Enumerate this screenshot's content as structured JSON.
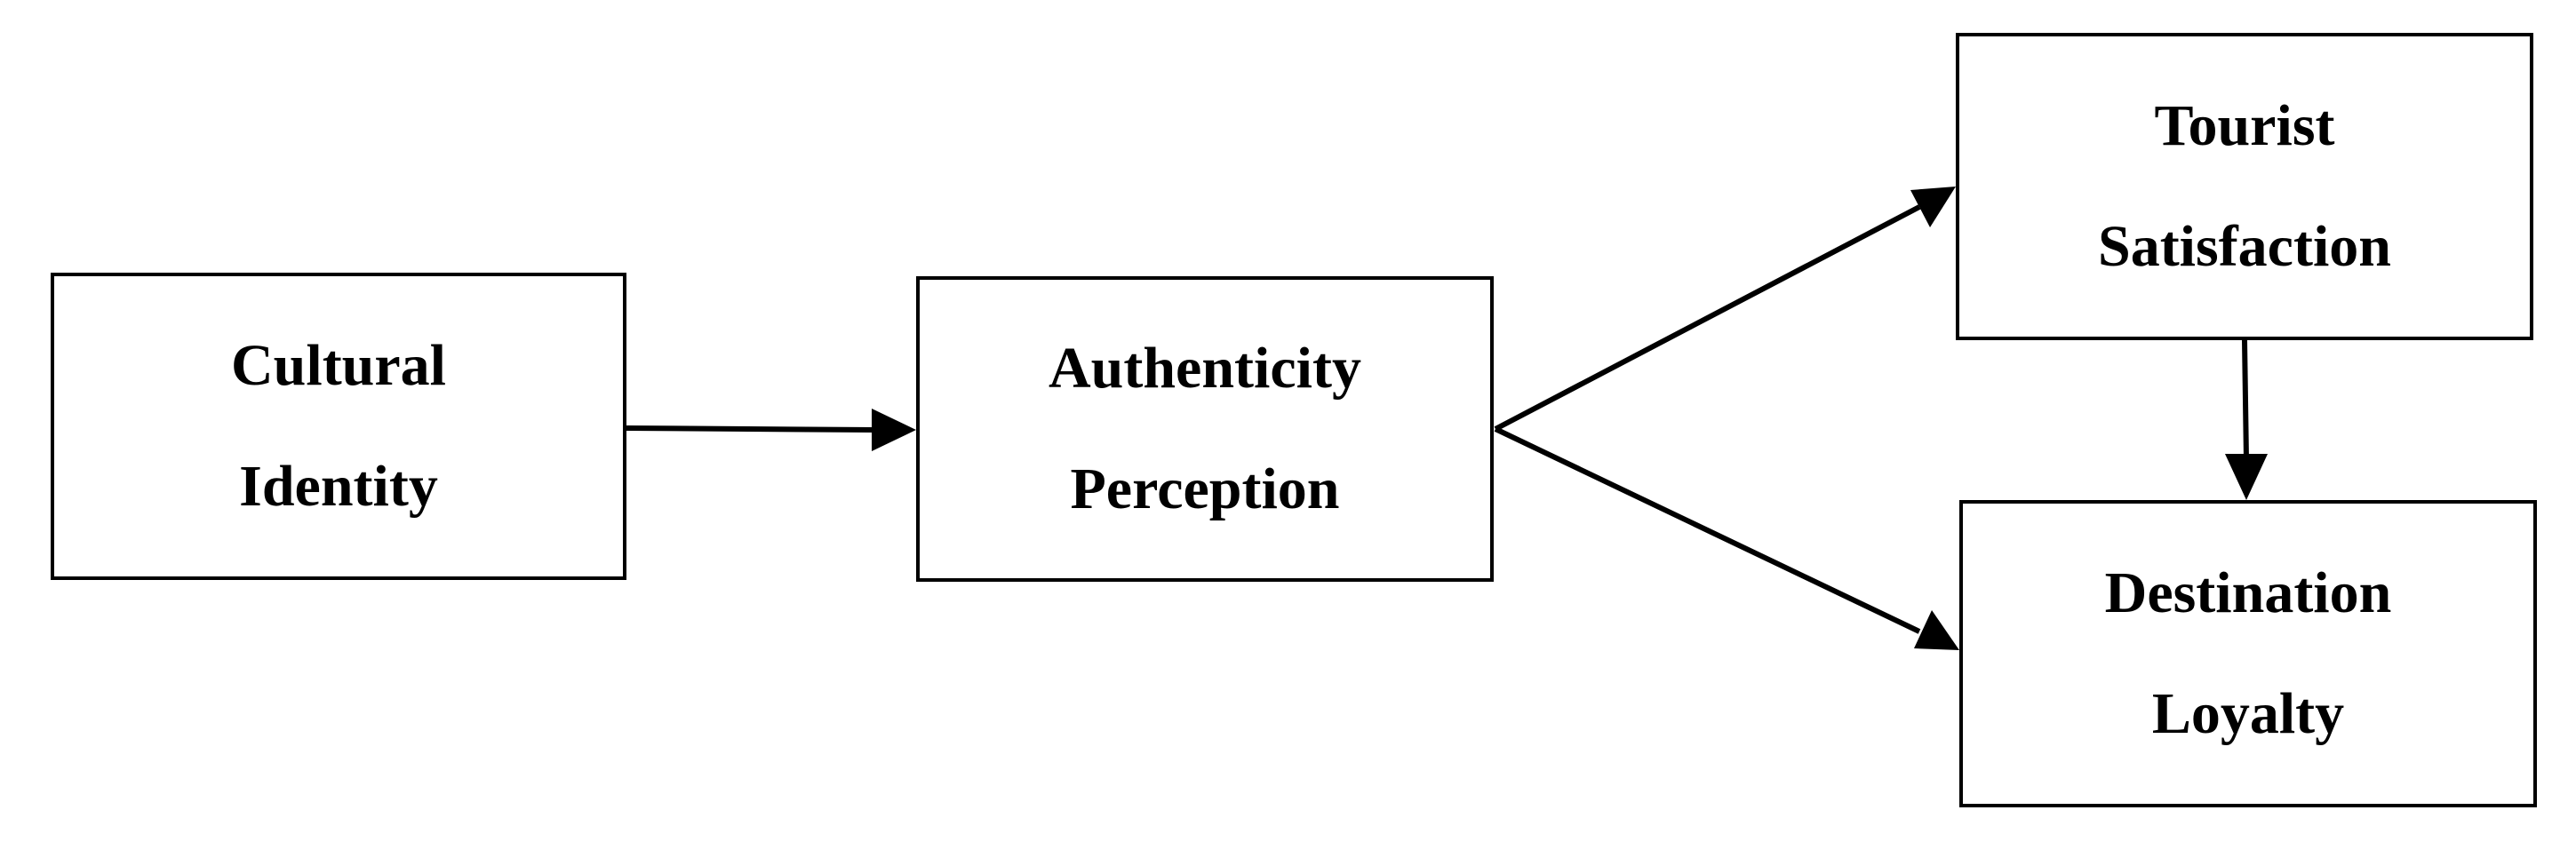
{
  "nodes": {
    "cultural_identity": {
      "line1": "Cultural",
      "line2": "Identity"
    },
    "authenticity_perception": {
      "line1": "Authenticity",
      "line2": "Perception"
    },
    "tourist_satisfaction": {
      "line1": "Tourist",
      "line2": "Satisfaction"
    },
    "destination_loyalty": {
      "line1": "Destination",
      "line2": "Loyalty"
    }
  },
  "edges": [
    {
      "from": "cultural_identity",
      "to": "authenticity_perception"
    },
    {
      "from": "authenticity_perception",
      "to": "tourist_satisfaction"
    },
    {
      "from": "authenticity_perception",
      "to": "destination_loyalty"
    },
    {
      "from": "tourist_satisfaction",
      "to": "destination_loyalty"
    }
  ],
  "colors": {
    "stroke": "#000000",
    "background": "#ffffff"
  }
}
